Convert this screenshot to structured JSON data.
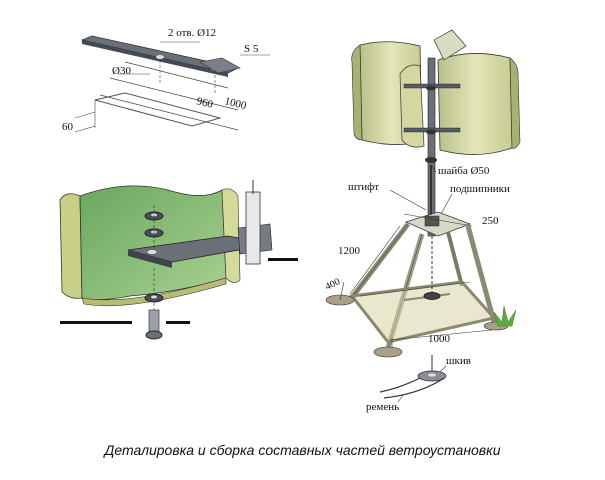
{
  "top_left": {
    "holes_label": "2 отв. Ø12",
    "thickness_label": "S 5",
    "diameter_label": "Ø30",
    "length_inner": "960",
    "length_outer": "1000",
    "width_label": "60"
  },
  "right": {
    "washer_label": "шайба Ø50",
    "pin_label": "штифт",
    "bearings_label": "подшипники",
    "dim_250": "250",
    "dim_1200": "1200",
    "dim_400": "400",
    "dim_1000": "1000",
    "pulley_label": "шкив",
    "belt_label": "ремень"
  },
  "caption": "Деталировка и сборка составных частей ветроустановки",
  "colors": {
    "blade_fill": "#d8dca4",
    "blade_light": "#e8e8c0",
    "blade_inner": "#8fc07a",
    "metal": "#5a6068",
    "line": "#333333",
    "grass": "#5cae3c"
  }
}
